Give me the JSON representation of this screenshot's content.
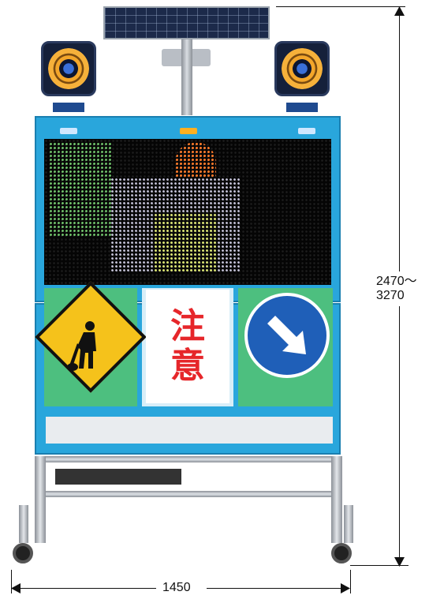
{
  "dimensions": {
    "height_line1": "2470",
    "height_tilde": "～",
    "height_line2": "3270",
    "width": "1450"
  },
  "sign": {
    "notice_line1": "注",
    "notice_line2": "意"
  },
  "colors": {
    "board_blue": "#29a6dc",
    "notice_red": "#e6262a",
    "warning_yellow": "#f5c21b",
    "arrow_blue": "#1f5fb8",
    "panel_green": "#4dbf7f"
  }
}
